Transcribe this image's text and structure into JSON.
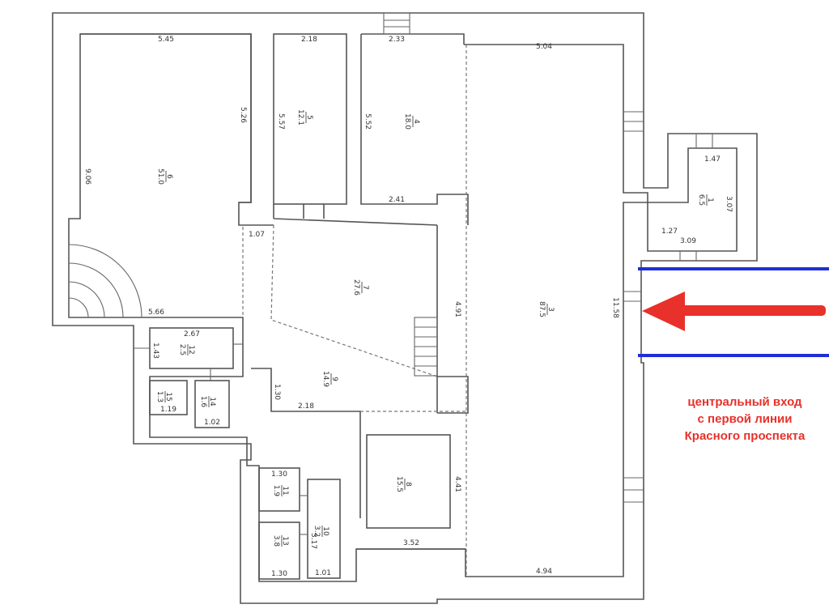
{
  "colors": {
    "wall": "#555555",
    "annotation_red": "#e8312a",
    "entrance_blue": "#1f2fd6"
  },
  "rooms": [
    {
      "id": "1",
      "area": "6.5"
    },
    {
      "id": "3",
      "area": "87.5"
    },
    {
      "id": "4",
      "area": "18.0"
    },
    {
      "id": "5",
      "area": "12.1"
    },
    {
      "id": "6",
      "area": "51.0"
    },
    {
      "id": "7",
      "area": "27.6"
    },
    {
      "id": "8",
      "area": "15.5"
    },
    {
      "id": "9",
      "area": "14.9"
    },
    {
      "id": "10",
      "area": "3.2"
    },
    {
      "id": "11",
      "area": "1.9"
    },
    {
      "id": "12",
      "area": "2.5"
    },
    {
      "id": "13",
      "area": "3.8"
    },
    {
      "id": "14",
      "area": "1.6"
    },
    {
      "id": "15",
      "area": "1.3"
    }
  ],
  "dimensions": [
    "5.45",
    "2.18",
    "2.33",
    "5.04",
    "5.26",
    "5.57",
    "5.52",
    "9.06",
    "2.41",
    "1.07",
    "1.47",
    "3.07",
    "1.27",
    "3.09",
    "5.66",
    "4.91",
    "11.58",
    "2.67",
    "1.43",
    "1.30",
    "2.18",
    "1.19",
    "1.02",
    "4.41",
    "1.30",
    "1.30",
    "3.52",
    "3.17",
    "1.01",
    "4.94"
  ],
  "annotation": {
    "lines": [
      "центральный вход",
      "с первой линии",
      "Красного проспекта"
    ]
  }
}
